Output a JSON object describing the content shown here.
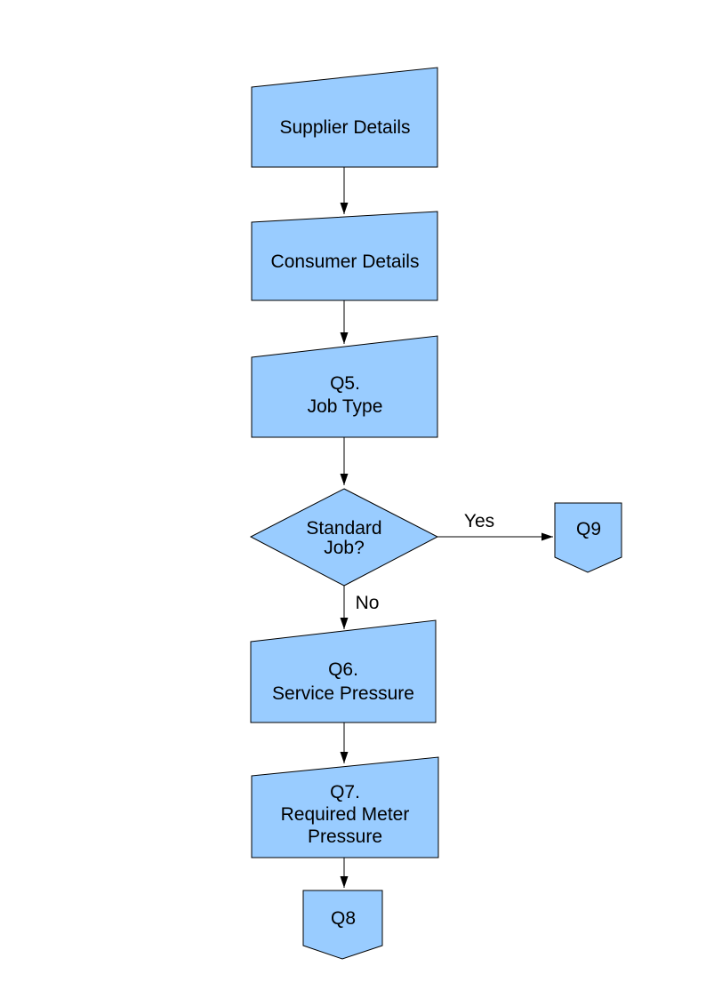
{
  "colors": {
    "page_bg": "#ffffff",
    "node_fill": "#99CCFF",
    "node_stroke": "#000000",
    "connector_color": "#000000",
    "text_color": "#000000"
  },
  "nodes": {
    "supplier": {
      "shape": "manual-input",
      "lines": [
        "Supplier Details"
      ]
    },
    "consumer": {
      "shape": "manual-input",
      "lines": [
        "Consumer Details"
      ]
    },
    "q5": {
      "shape": "manual-input",
      "lines": [
        "Q5.",
        "Job Type"
      ]
    },
    "decision": {
      "shape": "decision",
      "lines": [
        "Standard",
        "Job?"
      ]
    },
    "q9": {
      "shape": "off-page-connector",
      "lines": [
        "Q9"
      ]
    },
    "q6": {
      "shape": "manual-input",
      "lines": [
        "Q6.",
        "Service Pressure"
      ]
    },
    "q7": {
      "shape": "manual-input",
      "lines": [
        "Q7.",
        "Required Meter",
        "Pressure"
      ]
    },
    "q8": {
      "shape": "off-page-connector",
      "lines": [
        "Q8"
      ]
    }
  },
  "edges": [
    {
      "id": "supplier-to-consumer",
      "label": ""
    },
    {
      "id": "consumer-to-q5",
      "label": ""
    },
    {
      "id": "q5-to-decision",
      "label": ""
    },
    {
      "id": "decision-to-q9",
      "label": "Yes"
    },
    {
      "id": "decision-to-q6",
      "label": "No"
    },
    {
      "id": "q6-to-q7",
      "label": ""
    },
    {
      "id": "q7-to-q8",
      "label": ""
    }
  ]
}
